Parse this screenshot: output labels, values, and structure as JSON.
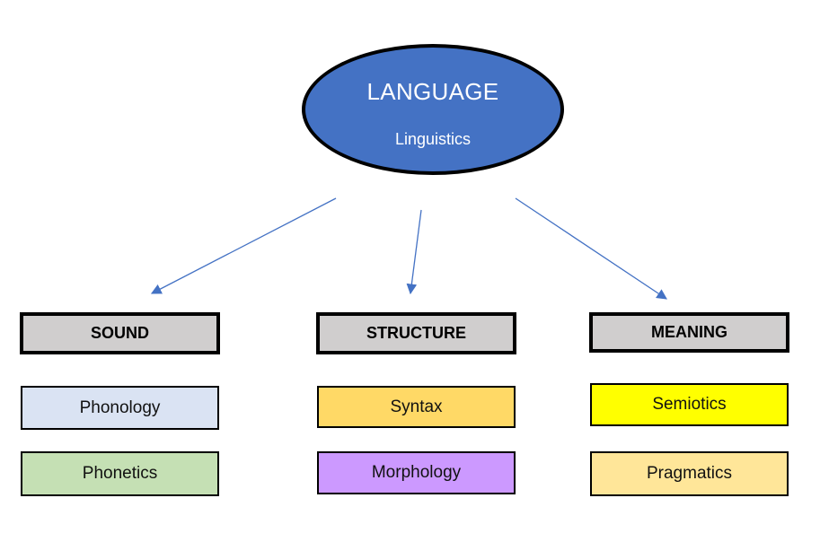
{
  "root": {
    "title": "LANGUAGE",
    "subtitle": "Linguistics",
    "color": "#4472c4"
  },
  "categories": [
    {
      "label": "SOUND",
      "color": "#d0cece",
      "items": [
        {
          "label": "Phonology",
          "color": "#dae3f3"
        },
        {
          "label": "Phonetics",
          "color": "#c5e0b4"
        }
      ]
    },
    {
      "label": "STRUCTURE",
      "color": "#d0cece",
      "items": [
        {
          "label": "Syntax",
          "color": "#ffd966"
        },
        {
          "label": "Morphology",
          "color": "#cc99ff"
        }
      ]
    },
    {
      "label": "MEANING",
      "color": "#d0cece",
      "items": [
        {
          "label": "Semiotics",
          "color": "#ffff00"
        },
        {
          "label": "Pragmatics",
          "color": "#ffe699"
        }
      ]
    }
  ],
  "arrow_color": "#4472c4"
}
